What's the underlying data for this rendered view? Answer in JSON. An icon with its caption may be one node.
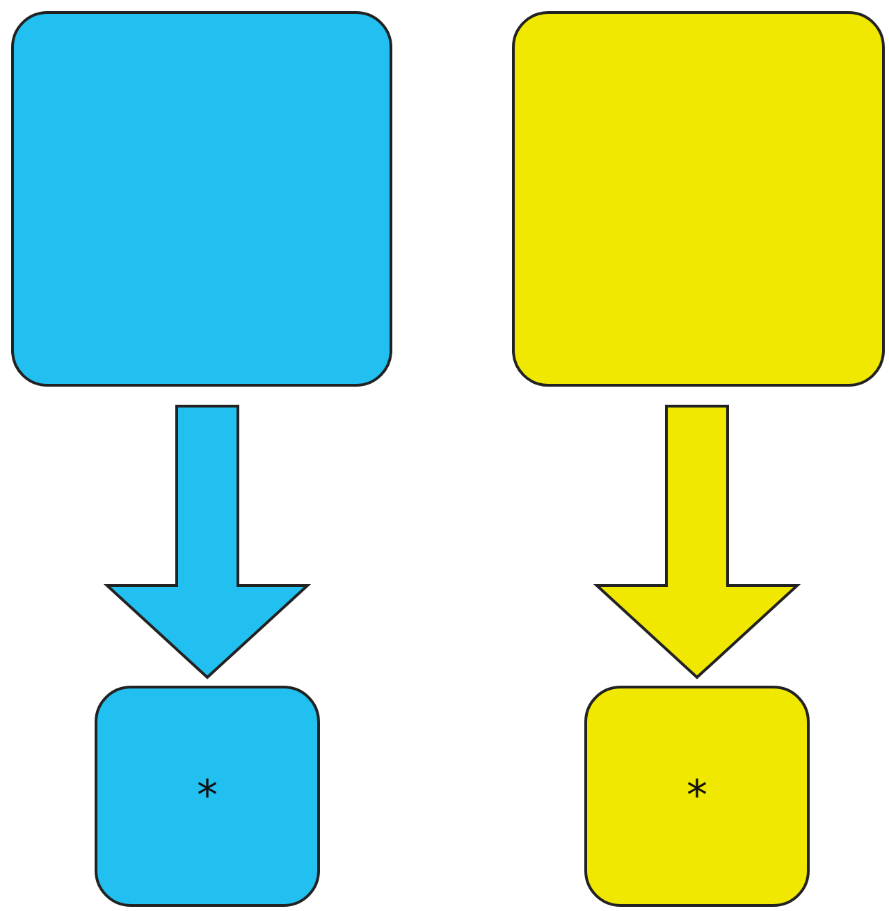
{
  "diagram": {
    "nodes": [
      {
        "text": [],
        "shape": "box"
      },
      {
        "text": [],
        "shape": "box"
      },
      {
        "text": [
          "*"
        ]
      },
      {
        "text": [
          "*"
        ]
      }
    ],
    "edges": [
      {
        "from": 0,
        "to": 2,
        "arrow": "to",
        "style": "thick",
        "color": "#22c0f0"
      },
      {
        "from": 1,
        "to": 3,
        "arrow": "to",
        "style": "thick",
        "color": "#f0e800"
      }
    ]
  }
}
